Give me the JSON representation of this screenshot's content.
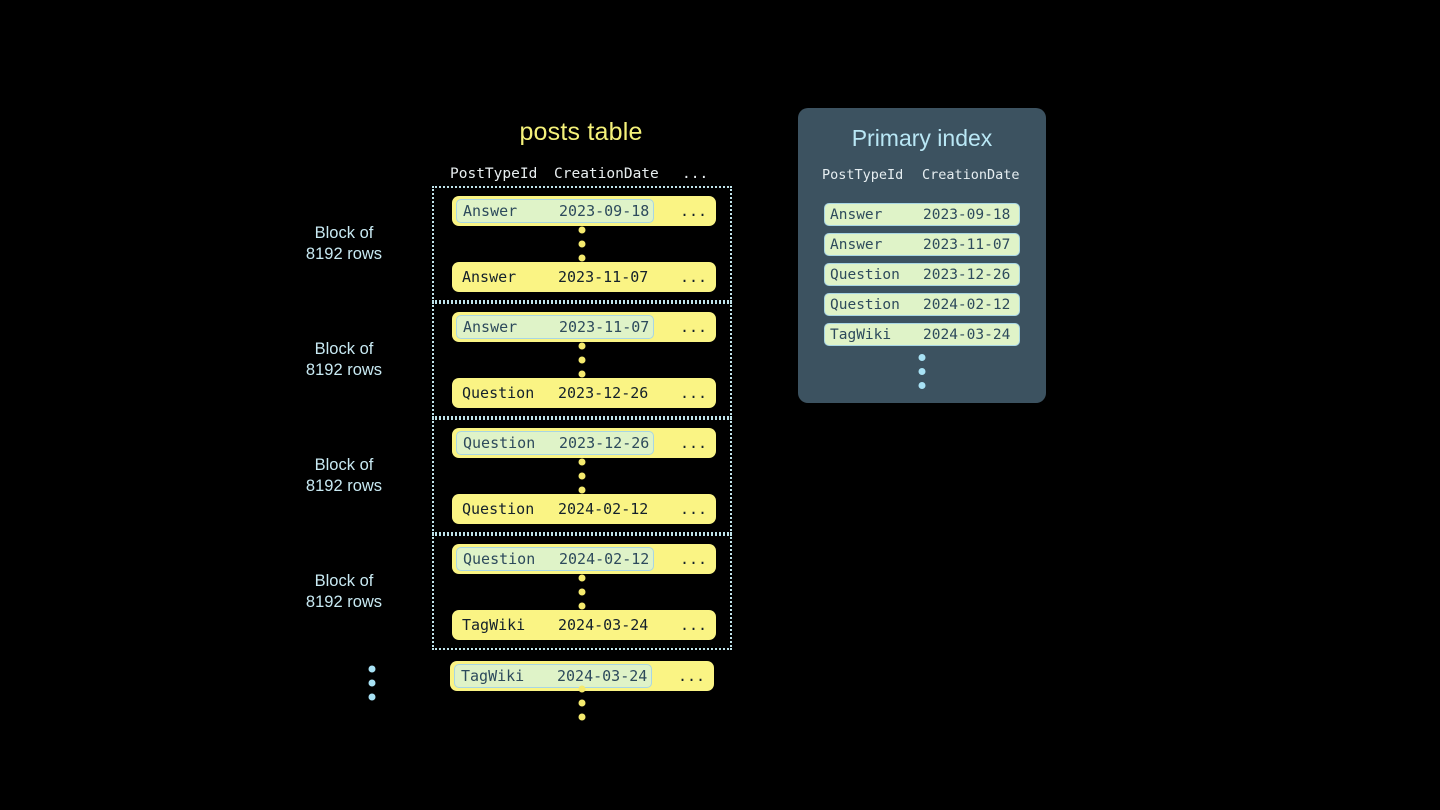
{
  "posts_table": {
    "title": "posts table",
    "columns": {
      "post_type_id": "PostTypeId",
      "creation_date": "CreationDate",
      "ellipsis": "..."
    },
    "block_label": "Block of\n8192 rows",
    "blocks": [
      {
        "label": "Block of\n8192 rows",
        "first_row": {
          "post_type_id": "Answer",
          "creation_date": "2023-09-18",
          "ellipsis": "...",
          "highlighted": true
        },
        "last_row": {
          "post_type_id": "Answer",
          "creation_date": "2023-11-07",
          "ellipsis": "...",
          "highlighted": false
        }
      },
      {
        "label": "Block of\n8192 rows",
        "first_row": {
          "post_type_id": "Answer",
          "creation_date": "2023-11-07",
          "ellipsis": "...",
          "highlighted": true
        },
        "last_row": {
          "post_type_id": "Question",
          "creation_date": "2023-12-26",
          "ellipsis": "...",
          "highlighted": false
        }
      },
      {
        "label": "Block of\n8192 rows",
        "first_row": {
          "post_type_id": "Question",
          "creation_date": "2023-12-26",
          "ellipsis": "...",
          "highlighted": true
        },
        "last_row": {
          "post_type_id": "Question",
          "creation_date": "2024-02-12",
          "ellipsis": "...",
          "highlighted": false
        }
      },
      {
        "label": "Block of\n8192 rows",
        "first_row": {
          "post_type_id": "Question",
          "creation_date": "2024-02-12",
          "ellipsis": "...",
          "highlighted": true
        },
        "last_row": {
          "post_type_id": "TagWiki",
          "creation_date": "2024-03-24",
          "ellipsis": "...",
          "highlighted": false
        }
      }
    ],
    "trailing_row": {
      "post_type_id": "TagWiki",
      "creation_date": "2024-03-24",
      "ellipsis": "...",
      "highlighted": true
    }
  },
  "primary_index": {
    "title": "Primary index",
    "columns": {
      "post_type_id": "PostTypeId",
      "creation_date": "CreationDate"
    },
    "rows": [
      {
        "post_type_id": "Answer",
        "creation_date": "2023-09-18"
      },
      {
        "post_type_id": "Answer",
        "creation_date": "2023-11-07"
      },
      {
        "post_type_id": "Question",
        "creation_date": "2023-12-26"
      },
      {
        "post_type_id": "Question",
        "creation_date": "2024-02-12"
      },
      {
        "post_type_id": "TagWiki",
        "creation_date": "2024-03-24"
      }
    ]
  },
  "colors": {
    "background": "#000000",
    "row_yellow": "#faf484",
    "highlight_green": "#dff3c8",
    "highlight_border": "#a8d6e4",
    "block_border": "#bfe3ea",
    "title_yellow": "#f5f27a",
    "panel_slate": "#3c5260",
    "panel_title_blue": "#b9e7f5",
    "dot_yellow": "#f5ea6e",
    "dot_blue": "#a8e2f5",
    "label_blue": "#c8e9f2",
    "header_text": "#e8eef0",
    "row_text_dark": "#13202b",
    "highlight_text": "#2d4a5c"
  }
}
